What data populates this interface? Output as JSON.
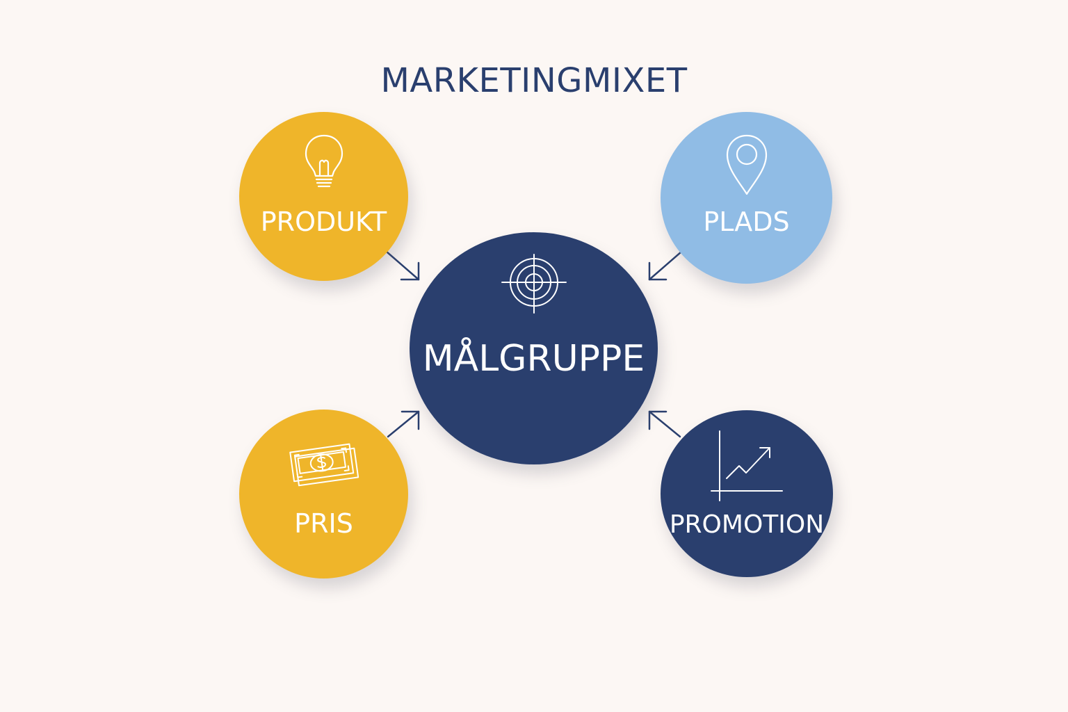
{
  "title": "MARKETINGMIXET",
  "center": {
    "label": "MÅLGRUPPE",
    "icon": "target-icon",
    "color": "#2a3f6e"
  },
  "nodes": [
    {
      "id": "produkt",
      "label": "PRODUKT",
      "icon": "lightbulb-icon",
      "color": "#efb52a"
    },
    {
      "id": "plads",
      "label": "PLADS",
      "icon": "location-pin-icon",
      "color": "#90bce5"
    },
    {
      "id": "pris",
      "label": "PRIS",
      "icon": "money-icon",
      "color": "#efb52a"
    },
    {
      "id": "promotion",
      "label": "PROMOTION",
      "icon": "growth-chart-icon",
      "color": "#2a3f6e"
    }
  ],
  "colors": {
    "background": "#fcf7f4",
    "title": "#2a3f6e",
    "arrow": "#2a3f6e"
  }
}
